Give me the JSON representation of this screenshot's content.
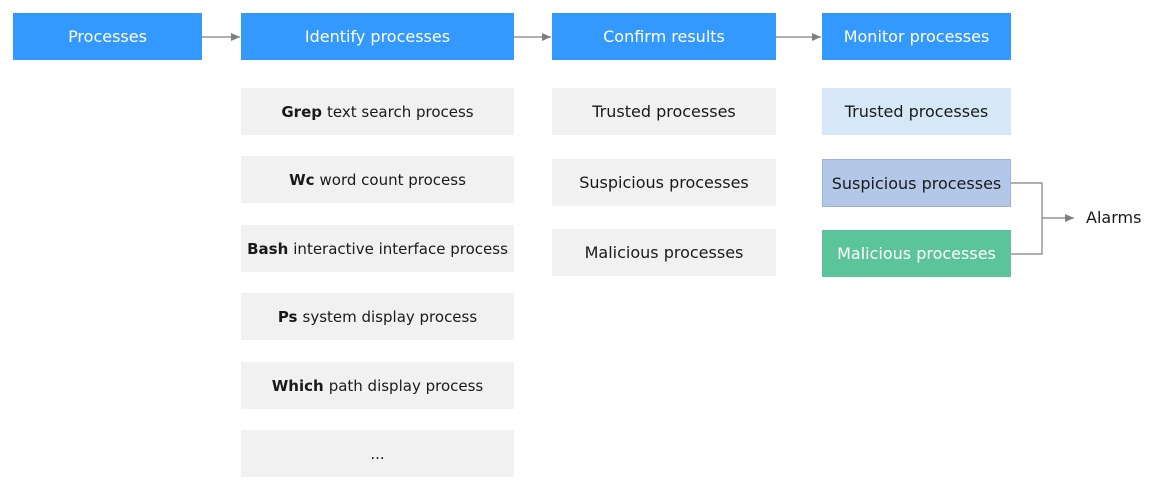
{
  "headers": {
    "processes": "Processes",
    "identify": "Identify processes",
    "confirm": "Confirm results",
    "monitor": "Monitor processes"
  },
  "identify_items": [
    {
      "bold": "Grep",
      "text": "text search process"
    },
    {
      "bold": "Wc",
      "text": "word count process"
    },
    {
      "bold": "Bash",
      "text": "interactive interface process"
    },
    {
      "bold": "Ps",
      "text": "system display process"
    },
    {
      "bold": "Which",
      "text": "path display process"
    },
    {
      "bold": "",
      "text": "..."
    }
  ],
  "confirm_items": [
    "Trusted processes",
    "Suspicious processes",
    "Malicious processes"
  ],
  "monitor_items": [
    "Trusted processes",
    "Suspicious processes",
    "Malicious processes"
  ],
  "alarms": "Alarms",
  "colors": {
    "header": "#3399ff",
    "item": "#f1f1f1",
    "trusted": "#d6e8f8",
    "suspicious": "#b3c8e8",
    "malicious": "#5cc49a"
  }
}
